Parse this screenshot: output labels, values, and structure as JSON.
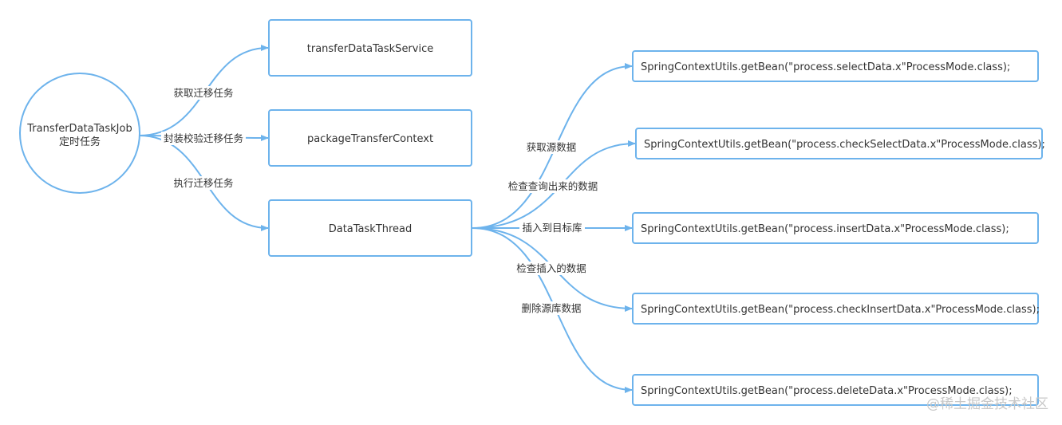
{
  "colors": {
    "stroke": "#6db3ec",
    "text": "#333333",
    "watermark": "#c8c8c8",
    "label_bg": "#ffffff"
  },
  "root": {
    "line1": "TransferDataTaskJob",
    "line2": "定时任务"
  },
  "steps": {
    "fetch": {
      "label": "获取迁移任务",
      "target": "transferDataTaskService"
    },
    "wrap": {
      "label": "封装校验迁移任务",
      "target": "packageTransferContext"
    },
    "exec": {
      "label": "执行迁移任务",
      "target": "DataTaskThread"
    }
  },
  "thread_steps": [
    {
      "label": "获取源数据",
      "target": "SpringContextUtils.getBean(\"process.selectData.x\"ProcessMode.class);"
    },
    {
      "label": "检查查询出来的数据",
      "target": "SpringContextUtils.getBean(\"process.checkSelectData.x\"ProcessMode.class);"
    },
    {
      "label": "插入到目标库",
      "target": "SpringContextUtils.getBean(\"process.insertData.x\"ProcessMode.class);"
    },
    {
      "label": "检查插入的数据",
      "target": "SpringContextUtils.getBean(\"process.checkInsertData.x\"ProcessMode.class);"
    },
    {
      "label": "删除源库数据",
      "target": "SpringContextUtils.getBean(\"process.deleteData.x\"ProcessMode.class);"
    }
  ],
  "watermark": "@稀土掘金技术社区"
}
